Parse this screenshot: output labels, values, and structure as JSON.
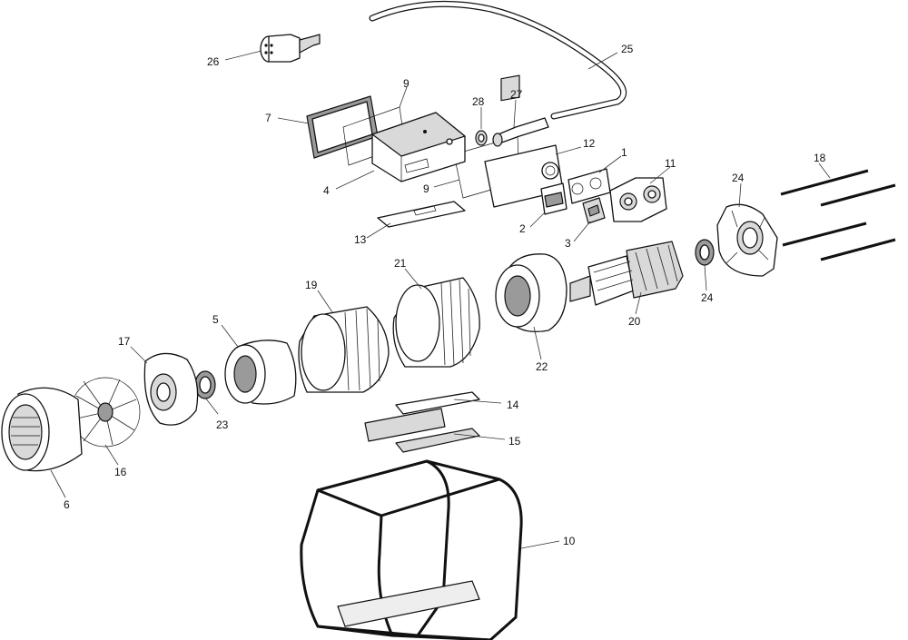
{
  "diagram": {
    "callouts": [
      {
        "id": "c1",
        "text": "1"
      },
      {
        "id": "c2",
        "text": "2"
      },
      {
        "id": "c3",
        "text": "3"
      },
      {
        "id": "c4",
        "text": "4"
      },
      {
        "id": "c5",
        "text": "5"
      },
      {
        "id": "c6",
        "text": "6"
      },
      {
        "id": "c7",
        "text": "7"
      },
      {
        "id": "c9a",
        "text": "9"
      },
      {
        "id": "c9b",
        "text": "9"
      },
      {
        "id": "c10",
        "text": "10"
      },
      {
        "id": "c11",
        "text": "11"
      },
      {
        "id": "c12",
        "text": "12"
      },
      {
        "id": "c13",
        "text": "13"
      },
      {
        "id": "c14",
        "text": "14"
      },
      {
        "id": "c15",
        "text": "15"
      },
      {
        "id": "c16",
        "text": "16"
      },
      {
        "id": "c17",
        "text": "17"
      },
      {
        "id": "c18",
        "text": "18"
      },
      {
        "id": "c19",
        "text": "19"
      },
      {
        "id": "c20",
        "text": "20"
      },
      {
        "id": "c21",
        "text": "21"
      },
      {
        "id": "c22",
        "text": "22"
      },
      {
        "id": "c23",
        "text": "23"
      },
      {
        "id": "c24a",
        "text": "24"
      },
      {
        "id": "c24b",
        "text": "24"
      },
      {
        "id": "c25",
        "text": "25"
      },
      {
        "id": "c26",
        "text": "26"
      },
      {
        "id": "c27",
        "text": "27"
      },
      {
        "id": "c28",
        "text": "28"
      }
    ]
  }
}
